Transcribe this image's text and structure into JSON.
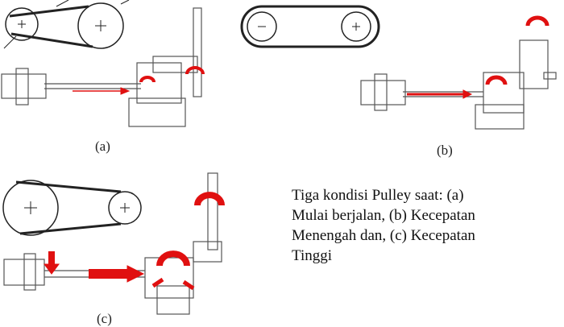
{
  "labels": {
    "a": "(a)",
    "b": "(b)",
    "c": "(c)"
  },
  "caption": {
    "lines": [
      "Tiga kondisi Pulley saat: (a)",
      "Mulai berjalan, (b) Kecepatan",
      "Menengah dan, (c) Kecepatan",
      "Tinggi"
    ]
  },
  "colors": {
    "arrow": "#e01010",
    "line": "#222222",
    "gray": "#888888"
  }
}
